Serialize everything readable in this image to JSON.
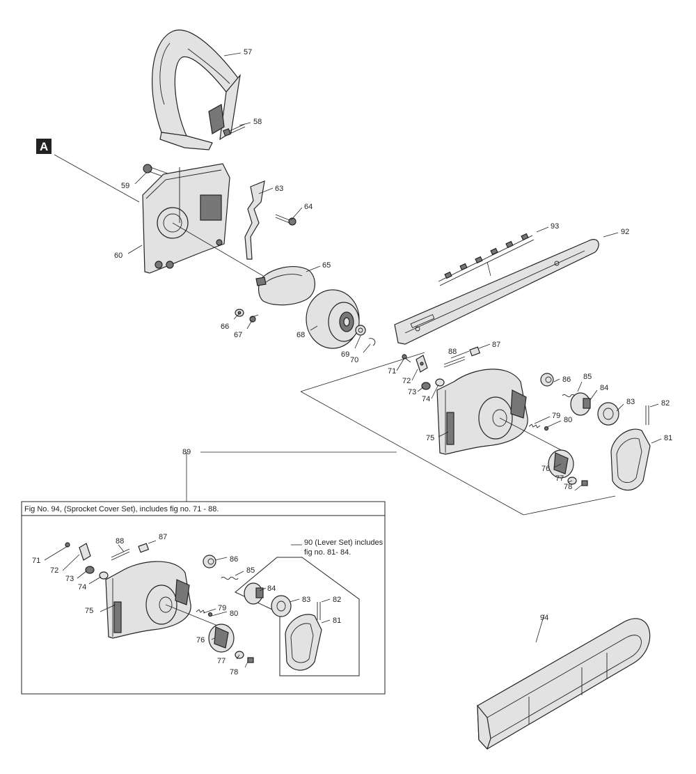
{
  "section_badge": "A",
  "box_title": "Fig No. 94, (Sprocket Cover Set), includes fig no. 71 - 88.",
  "lever_caption_line1": "90 (Lever Set) includes",
  "lever_caption_line2": "fig no. 81- 84.",
  "labels": {
    "p57": "57",
    "p58": "58",
    "p59": "59",
    "p60": "60",
    "p63": "63",
    "p64": "64",
    "p65": "65",
    "p66": "66",
    "p67": "67",
    "p68": "68",
    "p69": "69",
    "p70": "70",
    "p71": "71",
    "p72": "72",
    "p73": "73",
    "p74": "74",
    "p75": "75",
    "p76": "76",
    "p77": "77",
    "p78": "78",
    "p79": "79",
    "p80": "80",
    "p81": "81",
    "p82": "82",
    "p83": "83",
    "p84": "84",
    "p85": "85",
    "p86": "86",
    "p87": "87",
    "p88": "88",
    "p89": "89",
    "p92": "92",
    "p93": "93",
    "p94": "94"
  },
  "inset_labels": {
    "p71": "71",
    "p72": "72",
    "p73": "73",
    "p74": "74",
    "p75": "75",
    "p76": "76",
    "p77": "77",
    "p78": "78",
    "p79": "79",
    "p80": "80",
    "p81": "81",
    "p82": "82",
    "p83": "83",
    "p84": "84",
    "p85": "85",
    "p86": "86",
    "p87": "87",
    "p88": "88"
  }
}
